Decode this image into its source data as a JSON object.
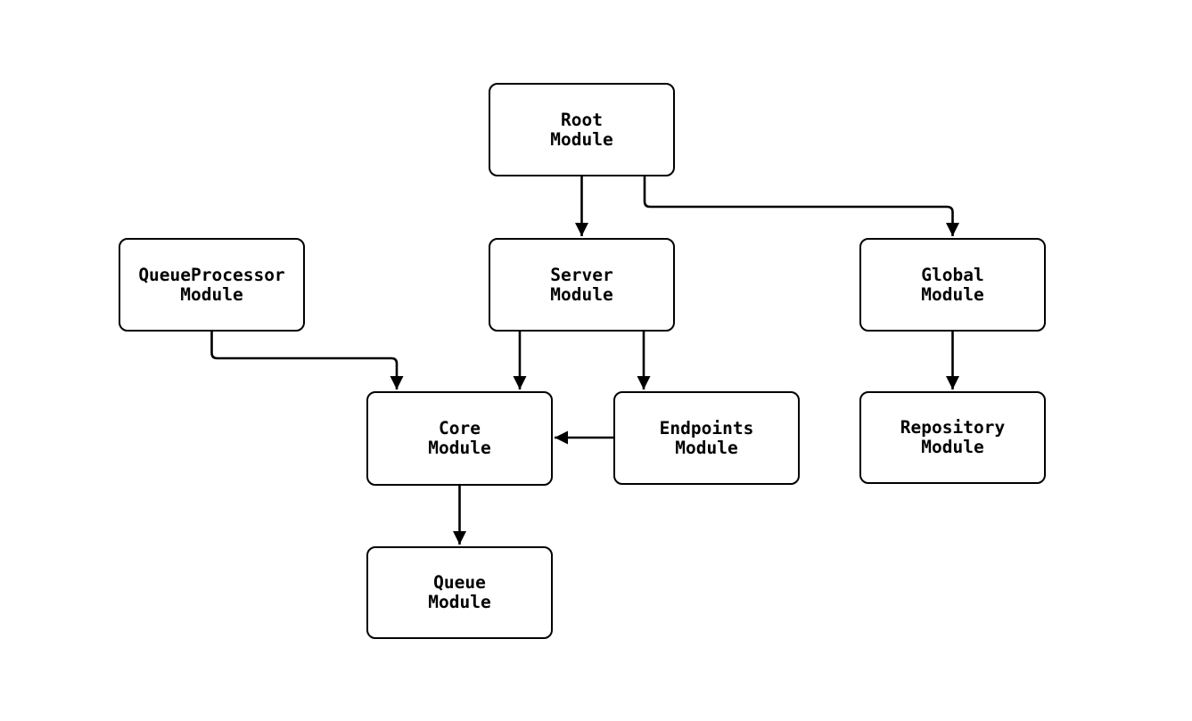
{
  "diagram": {
    "type": "flowchart",
    "description": "Module dependency diagram",
    "colors": {
      "background": "#ffffff",
      "node_fill": "#ffffff",
      "node_border": "#000000",
      "edge": "#000000",
      "text": "#000000"
    },
    "nodes": {
      "root": {
        "label": "Root\nModule"
      },
      "queueproc": {
        "label": "QueueProcessor\nModule"
      },
      "server": {
        "label": "Server\nModule"
      },
      "global": {
        "label": "Global\nModule"
      },
      "core": {
        "label": "Core\nModule"
      },
      "endpoints": {
        "label": "Endpoints\nModule"
      },
      "repository": {
        "label": "Repository\nModule"
      },
      "queue": {
        "label": "Queue\nModule"
      }
    },
    "edges": [
      {
        "from": "Root Module",
        "to": "Server Module"
      },
      {
        "from": "Root Module",
        "to": "Global Module"
      },
      {
        "from": "QueueProcessor Module",
        "to": "Core Module"
      },
      {
        "from": "Server Module",
        "to": "Core Module"
      },
      {
        "from": "Server Module",
        "to": "Endpoints Module"
      },
      {
        "from": "Endpoints Module",
        "to": "Core Module"
      },
      {
        "from": "Global Module",
        "to": "Repository Module"
      },
      {
        "from": "Core Module",
        "to": "Queue Module"
      }
    ]
  }
}
